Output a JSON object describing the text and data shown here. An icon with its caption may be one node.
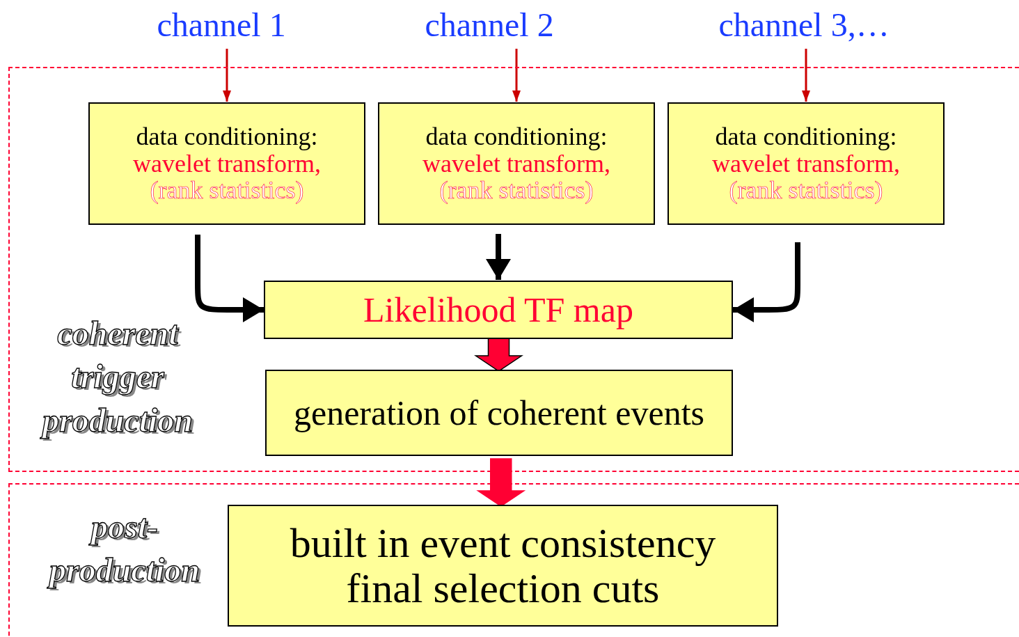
{
  "diagram": {
    "nodes": [
      {
        "text": [
          "channel 1"
        ]
      },
      {
        "text": [
          "channel 2"
        ]
      },
      {
        "text": [
          "channel 3,…"
        ]
      },
      {
        "text": [
          "coherent trigger production"
        ]
      },
      {
        "text": [
          "data conditioning:",
          "wavelet transform,",
          "(rank statistics)"
        ],
        "in": 3
      },
      {
        "text": [
          "data conditioning:",
          "wavelet transform,",
          "(rank statistics)"
        ],
        "in": 3
      },
      {
        "text": [
          "data conditioning:",
          "wavelet transform,",
          "(rank statistics)"
        ],
        "in": 3
      },
      {
        "text": [
          "Likelihood TF map"
        ],
        "in": 3
      },
      {
        "text": [
          "generation of coherent events"
        ],
        "in": 3
      },
      {
        "text": [
          "post- production"
        ]
      },
      {
        "text": [
          "built in  event  consistency",
          "final selection cuts"
        ],
        "in": 9
      }
    ],
    "edges": [
      {
        "from": 0,
        "to": 4,
        "arrow": "to",
        "color": "#cc0000"
      },
      {
        "from": 1,
        "to": 5,
        "arrow": "to",
        "color": "#cc0000"
      },
      {
        "from": 2,
        "to": 6,
        "arrow": "to",
        "color": "#cc0000"
      },
      {
        "from": 4,
        "to": 7,
        "arrow": "to",
        "style": "thick",
        "color": "#000000"
      },
      {
        "from": 5,
        "to": 7,
        "arrow": "to",
        "style": "thick",
        "color": "#000000"
      },
      {
        "from": 6,
        "to": 7,
        "arrow": "to",
        "style": "thick",
        "color": "#000000"
      },
      {
        "from": 7,
        "to": 8,
        "arrow": "to",
        "style": "thick",
        "color": "#ff0033"
      },
      {
        "from": 8,
        "to": 10,
        "arrow": "to",
        "style": "thick",
        "color": "#ff0033"
      }
    ]
  }
}
